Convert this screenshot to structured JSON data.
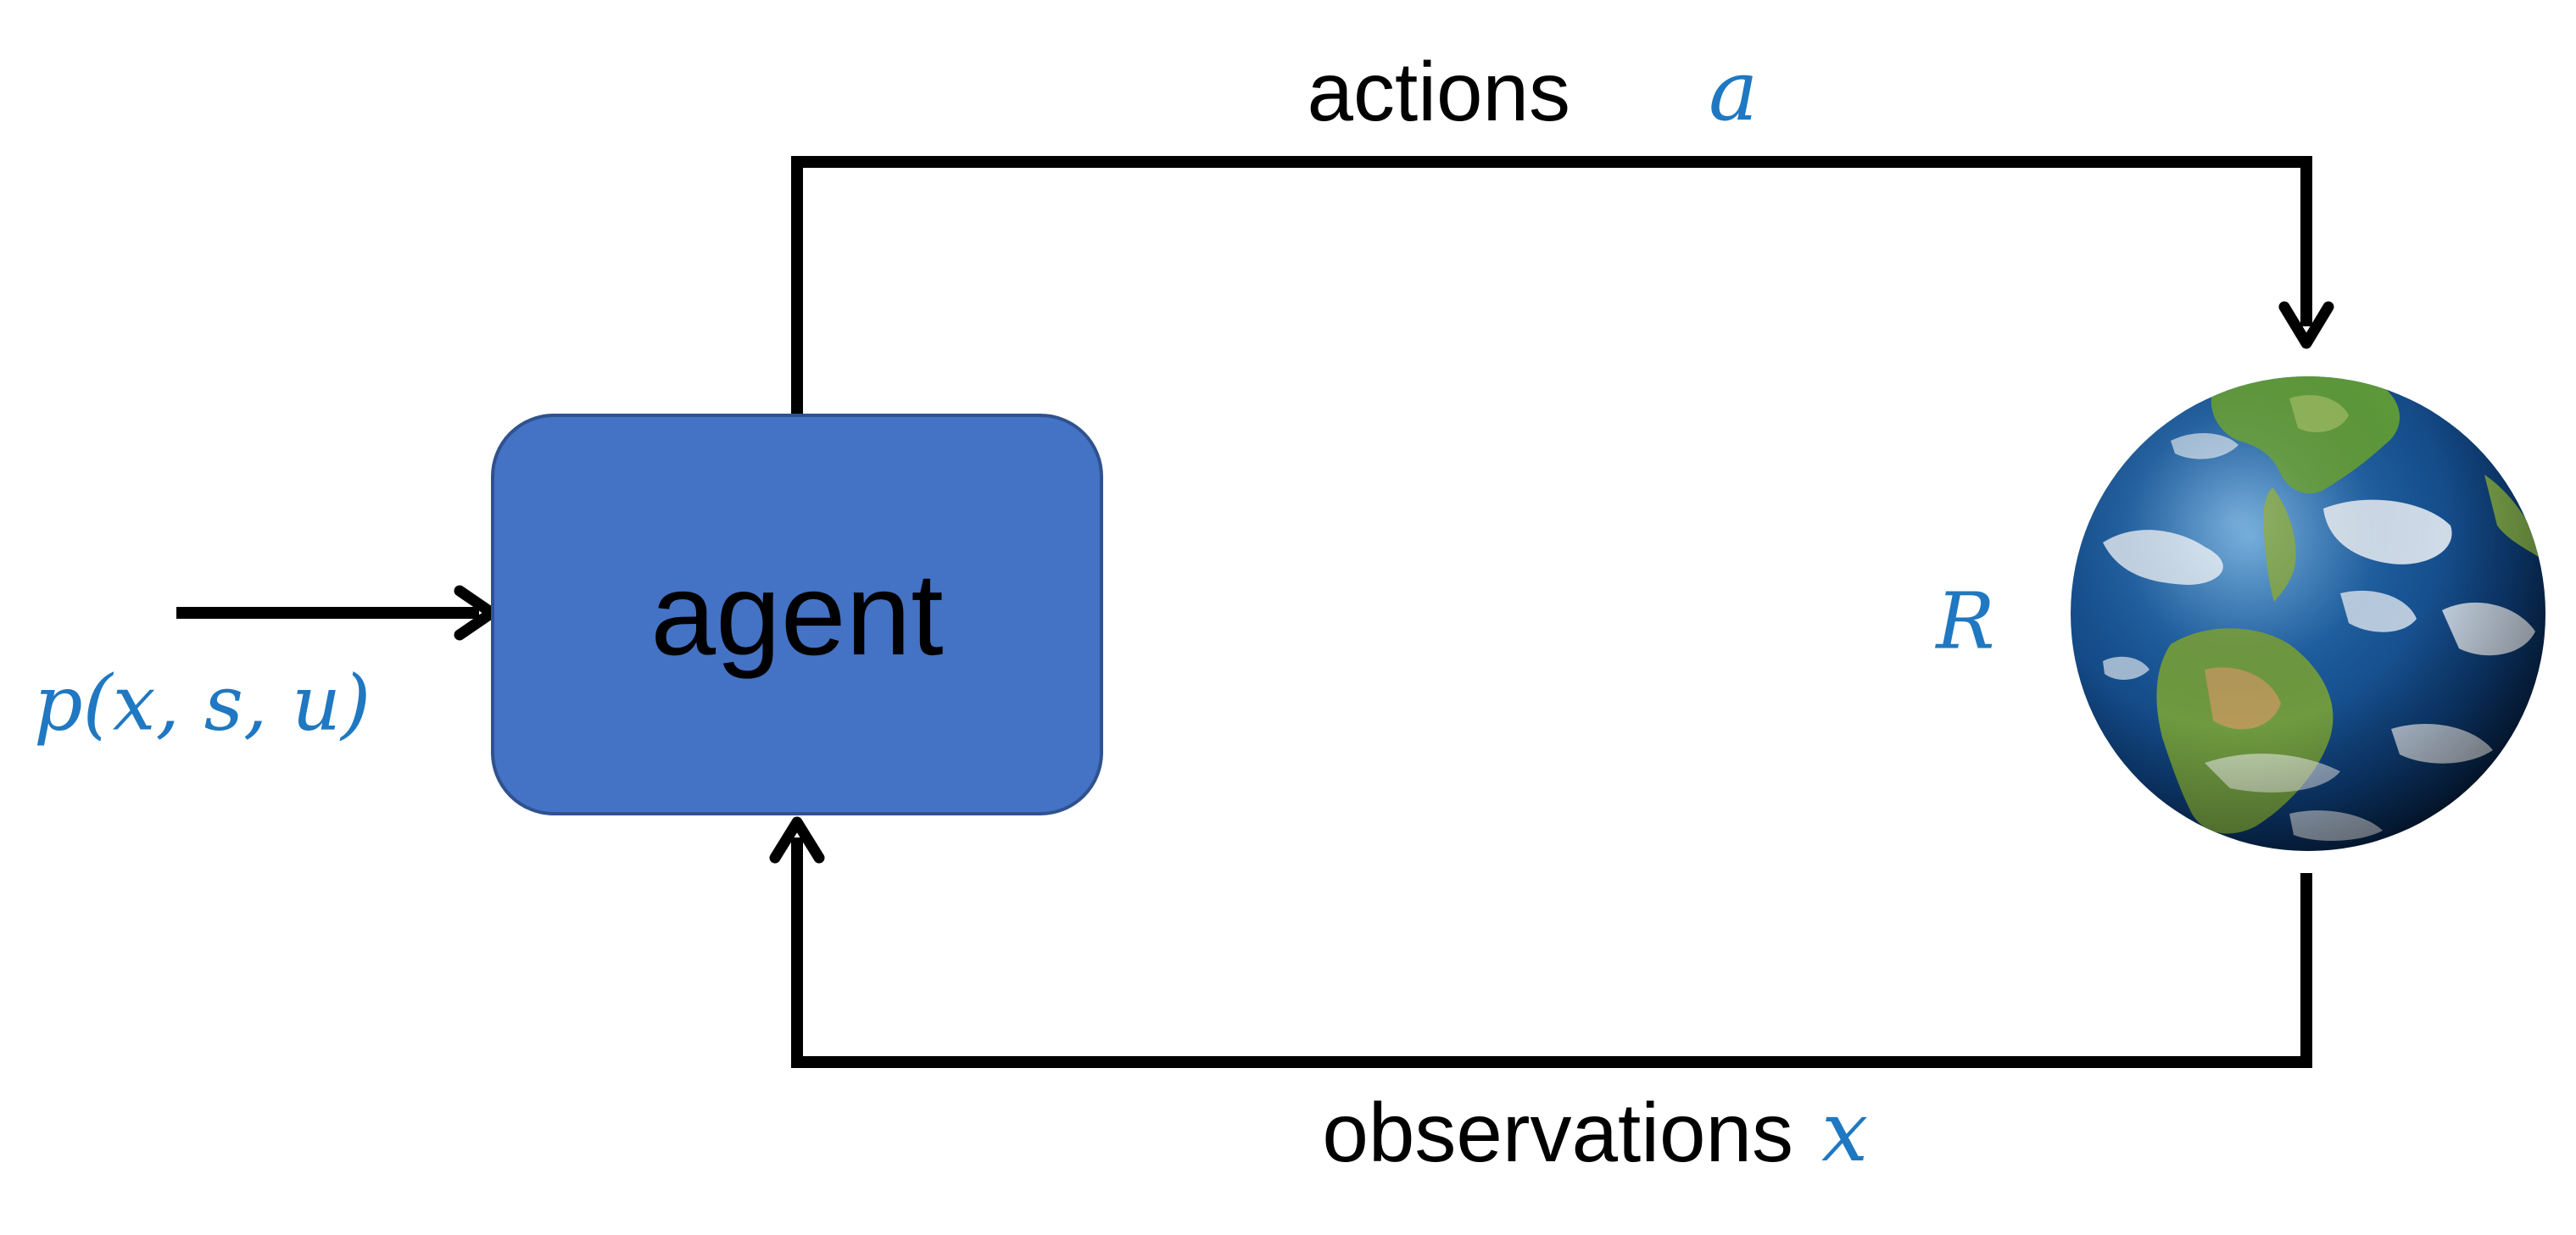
{
  "labels": {
    "actions": "actions",
    "actions_symbol": "a",
    "observations": "observations",
    "observations_symbol": "x",
    "agent": "agent",
    "input_distribution": "p(x, s, u)",
    "reward": "R"
  },
  "colors": {
    "agent_fill": "#4472C4",
    "agent_border": "#2F528F",
    "math_text": "#1F78C1",
    "line": "#000000",
    "text": "#000000"
  },
  "icons": {
    "environment": "earth-globe-icon"
  }
}
